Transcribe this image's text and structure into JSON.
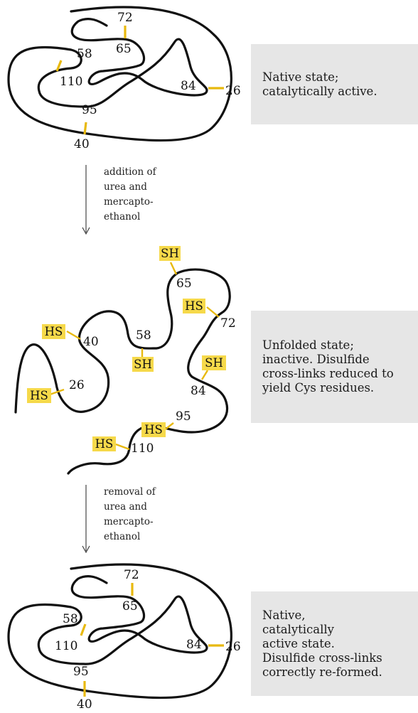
{
  "states": [
    {
      "id": "native",
      "caption_lines": [
        "Native state;",
        "catalytically active."
      ],
      "residues": {
        "r72": "72",
        "r65": "65",
        "r58": "58",
        "r110": "110",
        "r84": "84",
        "r26": "26",
        "r95": "95",
        "r40": "40"
      }
    },
    {
      "id": "unfolded",
      "caption_lines": [
        "Unfolded state;",
        "inactive.  Disulfide",
        "cross-links reduced to",
        "yield Cys residues."
      ],
      "residues": {
        "r65": "65",
        "r72": "72",
        "r40": "40",
        "r58": "58",
        "r26": "26",
        "r84": "84",
        "r95": "95",
        "r110": "110"
      },
      "tags": {
        "sh65": "SH",
        "hs72": "HS",
        "hs40": "HS",
        "sh58": "SH",
        "hs26": "HS",
        "sh84": "SH",
        "hs95": "HS",
        "hs110": "HS"
      }
    },
    {
      "id": "refolded",
      "caption_lines": [
        "Native,",
        "catalytically",
        "active state.",
        "Disulfide cross-links",
        "correctly re-formed."
      ],
      "residues": {
        "r72": "72",
        "r65": "65",
        "r58": "58",
        "r110": "110",
        "r84": "84",
        "r26": "26",
        "r95": "95",
        "r40": "40"
      }
    }
  ],
  "steps": [
    {
      "lines": [
        "addition of",
        "urea and",
        "mercapto-",
        "ethanol"
      ]
    },
    {
      "lines": [
        "removal of",
        "urea and",
        "mercapto-",
        "ethanol"
      ]
    }
  ],
  "colors": {
    "disulfide": "#e8b90e",
    "thiol_label_bg": "#f6d94a",
    "caption_bg": "#e6e6e6",
    "chain": "#111111"
  }
}
